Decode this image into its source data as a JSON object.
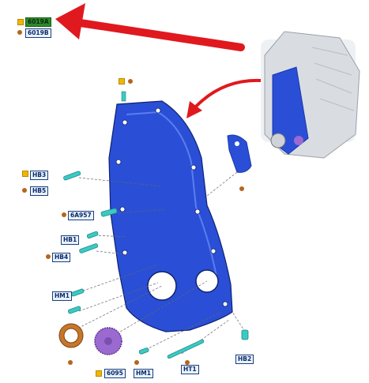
{
  "labels": {
    "p6019A": "6019A",
    "p6019B": "6019B",
    "HB3": "HB3",
    "HB5": "HB5",
    "p6A957": "6A957",
    "HB1": "HB1",
    "HB4": "HB4",
    "HM1a": "HM1",
    "HM1b": "HM1",
    "HT1": "HT1",
    "HB2": "HB2",
    "p6095": "6095"
  },
  "colors": {
    "cover": "#2a4fd6",
    "cover_dark": "#1a36a8",
    "bolt": "#3cc9c4",
    "seal": "#c8762a",
    "gear": "#9b6ad0",
    "arrow": "#e0191f",
    "active_label": "#2d8a2d",
    "label_bg": "#e8f2ff"
  },
  "icons": [
    "gear-icon",
    "circle-dot-icon",
    "square-icon",
    "arrow-icon"
  ]
}
